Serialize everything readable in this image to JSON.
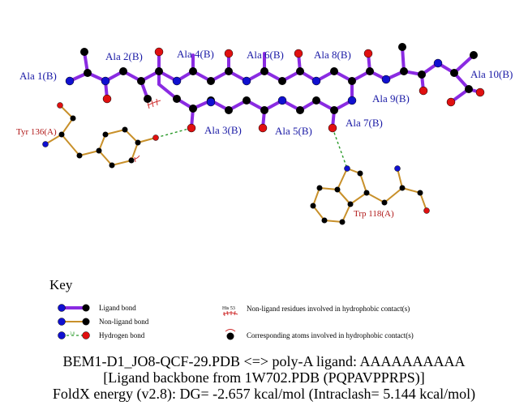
{
  "ligand_residues": [
    "Ala 1(B)",
    "Ala 2(B)",
    "Ala 3(B)",
    "Ala 4(B)",
    "Ala 5(B)",
    "Ala 6(B)",
    "Ala 7(B)",
    "Ala 8(B)",
    "Ala 9(B)",
    "Ala 10(B)"
  ],
  "protein_residues": [
    "Tyr 136(A)",
    "Trp 118(A)"
  ],
  "hydrophobic_residues": [
    "His 53"
  ],
  "key": {
    "title": "Key",
    "ligand_bond": "Ligand bond",
    "nonligand_bond": "Non-ligand bond",
    "hydrogen_bond": "Hydrogen bond",
    "hb_distance": "3.0",
    "hydrophobic_residue": "Non-ligand residues involved in hydrophobic contact(s)",
    "hydrophobic_atoms": "Corresponding atoms involved in hydrophobic contact(s)"
  },
  "caption": {
    "line1": "BEM1-D1_JO8-QCF-29.PDB <=> poly-A ligand: AAAAAAAAAA",
    "line2": "[Ligand backbone from 1W702.PDB (PQPAVPPRPS)]",
    "line3": "FoldX energy (v2.8): DG= -2.657 kcal/mol (Intraclash= 5.144 kcal/mol)"
  },
  "colors": {
    "ligand_bond": "#8a2be2",
    "nonligand_bond": "#c8902a",
    "carbon": "#000000",
    "nitrogen": "#1010d0",
    "oxygen": "#e01010",
    "hbond": "#2a9a2a",
    "hydrophobic": "#d03030"
  }
}
